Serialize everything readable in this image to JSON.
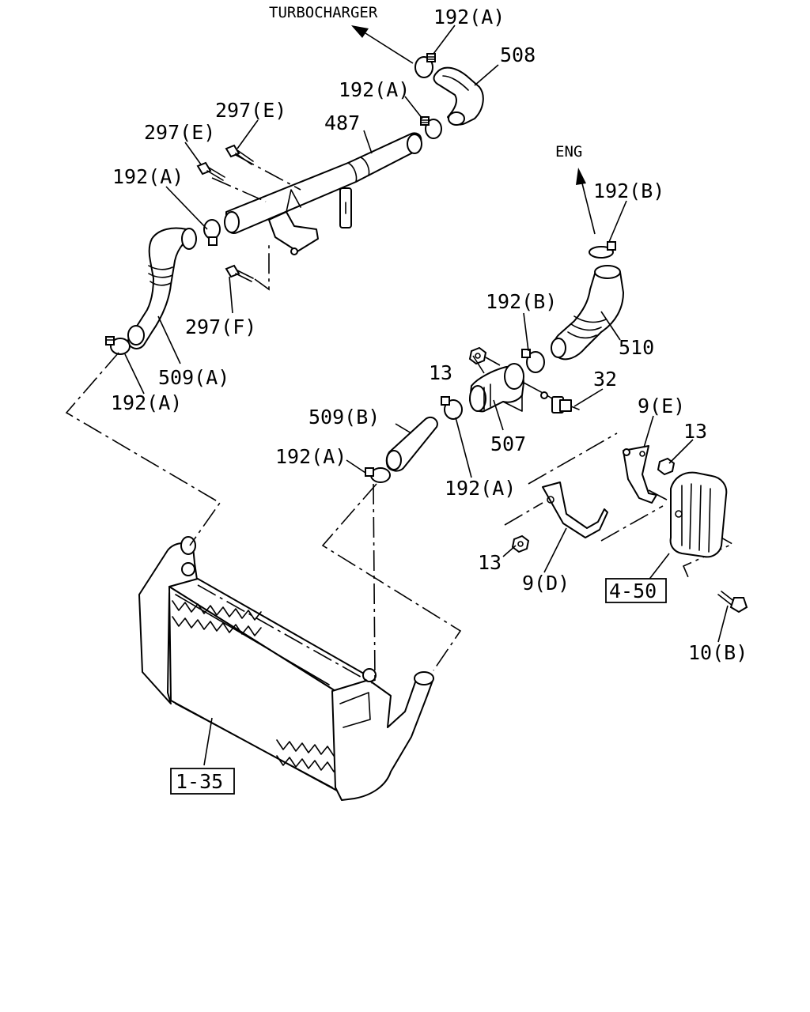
{
  "direction_labels": {
    "turbocharger": "TURBOCHARGER",
    "eng": "ENG"
  },
  "callouts": {
    "c192a_top": "192(A)",
    "c508": "508",
    "c192a_mid": "192(A)",
    "c297e_upper": "297(E)",
    "c297e_lower": "297(E)",
    "c487": "487",
    "c192a_left": "192(A)",
    "c297f": "297(F)",
    "c509a": "509(A)",
    "c192a_bottom_left": "192(A)",
    "c192b_upper": "192(B)",
    "c192b_mid": "192(B)",
    "c510": "510",
    "c13_upper": "13",
    "c32": "32",
    "c9e": "9(E)",
    "c13_right": "13",
    "c509b": "509(B)",
    "c507": "507",
    "c192a_inlet": "192(A)",
    "c192a_outlet": "192(A)",
    "c13_lower": "13",
    "c9d": "9(D)",
    "c10b": "10(B)"
  },
  "references": {
    "ref_4_50": "4-50",
    "ref_1_35": "1-35"
  }
}
